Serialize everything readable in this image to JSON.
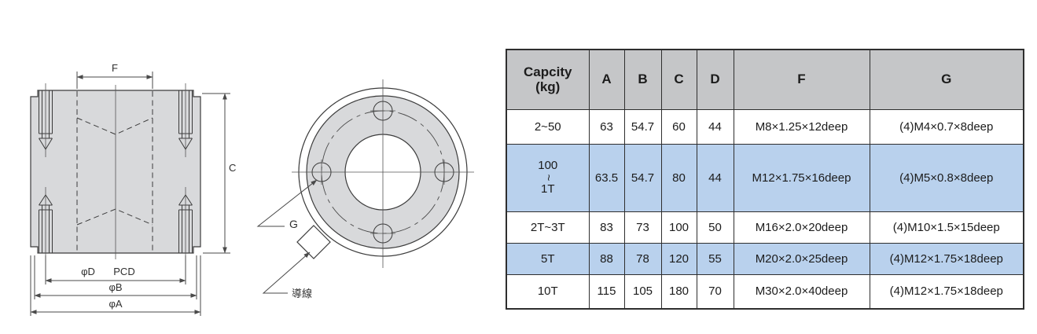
{
  "drawing": {
    "side_view": {
      "labels": {
        "f": "F",
        "c": "C",
        "phi_d": "φD",
        "pcd": "PCD",
        "phi_b": "φB",
        "phi_a": "φA"
      }
    },
    "top_view": {
      "labels": {
        "g": "G",
        "lead_wire": "導線"
      }
    },
    "colors": {
      "body_fill": "#d8d9db",
      "outline": "#3c3c3c",
      "dimension_line": "#4a4a4a"
    }
  },
  "table": {
    "header": {
      "capacity_line1": "Capcity",
      "capacity_line2": "(kg)",
      "col_a": "A",
      "col_b": "B",
      "col_c": "C",
      "col_d": "D",
      "col_f": "F",
      "col_g": "G"
    },
    "rows": [
      {
        "capacity": "2~50",
        "a": "63",
        "b": "54.7",
        "c": "60",
        "d": "44",
        "f": "M8×1.25×12deep",
        "g": "(4)M4×0.7×8deep"
      },
      {
        "capacity_top": "100",
        "capacity_mid": "~",
        "capacity_bottom": "1T",
        "a": "63.5",
        "b": "54.7",
        "c": "80",
        "d": "44",
        "f": "M12×1.75×16deep",
        "g": "(4)M5×0.8×8deep"
      },
      {
        "capacity": "2T~3T",
        "a": "83",
        "b": "73",
        "c": "100",
        "d": "50",
        "f": "M16×2.0×20deep",
        "g": "(4)M10×1.5×15deep"
      },
      {
        "capacity": "5T",
        "a": "88",
        "b": "78",
        "c": "120",
        "d": "55",
        "f": "M20×2.0×25deep",
        "g": "(4)M12×1.75×18deep"
      },
      {
        "capacity": "10T",
        "a": "115",
        "b": "105",
        "c": "180",
        "d": "70",
        "f": "M30×2.0×40deep",
        "g": "(4)M12×1.75×18deep"
      }
    ],
    "colors": {
      "header_bg": "#c5c6c8",
      "highlight_bg": "#b9d1ed",
      "border": "#2e2e2e"
    }
  }
}
